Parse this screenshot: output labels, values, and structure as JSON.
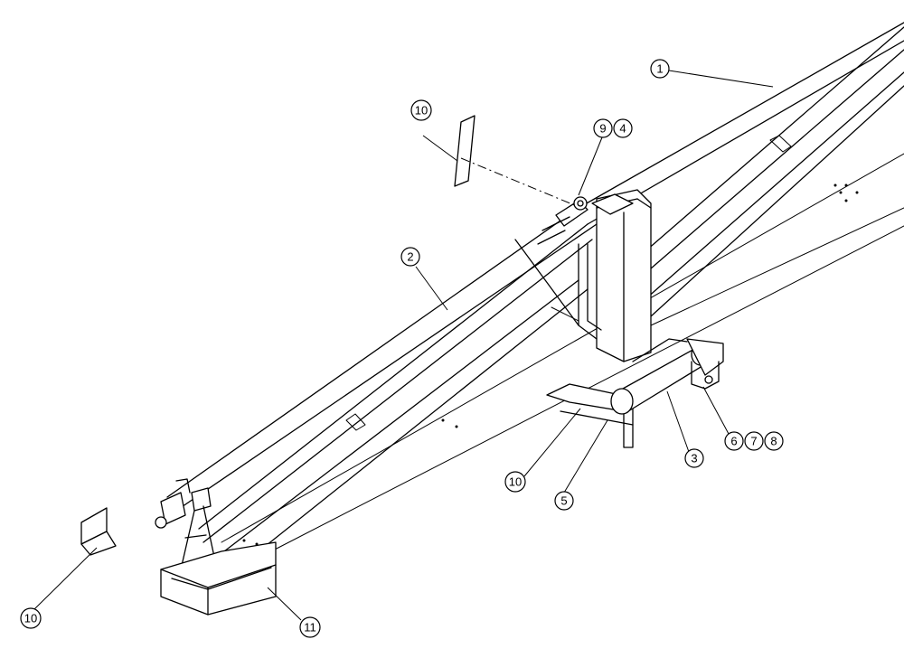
{
  "callouts": [
    {
      "id": "c1",
      "label": "1"
    },
    {
      "id": "c2",
      "label": "2"
    },
    {
      "id": "c3",
      "label": "3"
    },
    {
      "id": "c4",
      "label": "4"
    },
    {
      "id": "c5",
      "label": "5"
    },
    {
      "id": "c6",
      "label": "6"
    },
    {
      "id": "c7",
      "label": "7"
    },
    {
      "id": "c8",
      "label": "8"
    },
    {
      "id": "c9",
      "label": "9"
    },
    {
      "id": "c10a",
      "label": "10"
    },
    {
      "id": "c10b",
      "label": "10"
    },
    {
      "id": "c10c",
      "label": "10"
    },
    {
      "id": "c11",
      "label": "11"
    }
  ]
}
